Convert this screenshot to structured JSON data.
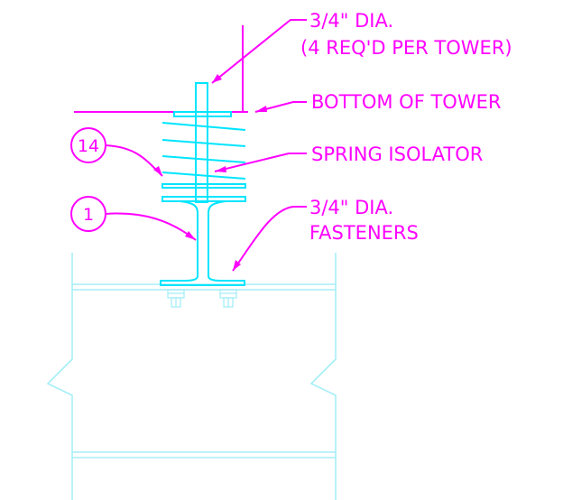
{
  "colors": {
    "annotation": "#ff00ff",
    "structure": "#00e5ff",
    "steel": "#a6eef7",
    "background": "#ffffff"
  },
  "callouts": {
    "bolt_dia": "3/4\" DIA.",
    "bolt_qty": "(4 REQ'D PER TOWER)",
    "bottom_of_tower": "BOTTOM OF TOWER",
    "spring_isolator": "SPRING ISOLATOR",
    "fastener_dia": "3/4\" DIA.",
    "fasteners": "FASTENERS"
  },
  "tags": {
    "spring_tag": "14",
    "beam_tag": "1"
  }
}
